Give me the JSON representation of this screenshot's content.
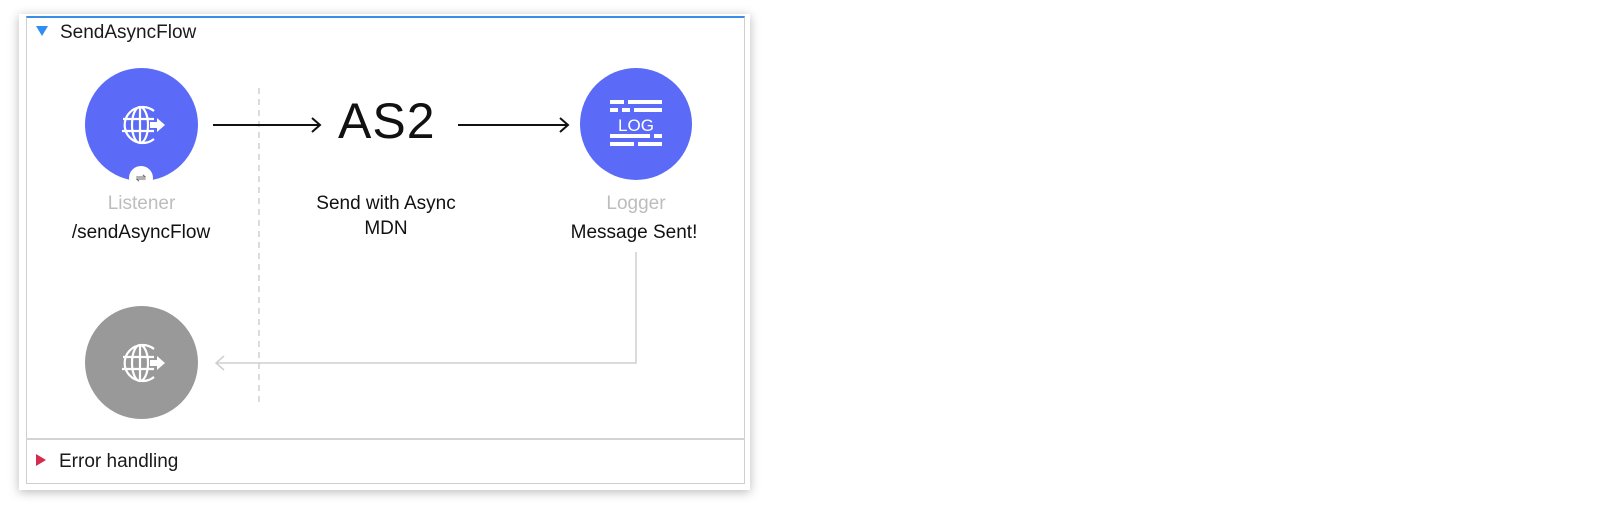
{
  "flow": {
    "title": "SendAsyncFlow",
    "expanded": true,
    "accent_color": "#2f8ff0"
  },
  "nodes": [
    {
      "id": "listener",
      "type_label": "Listener",
      "description": "/sendAsyncFlow",
      "icon": "globe-arrow-icon",
      "color": "#5c6bf7",
      "badge_icon": "swap-arrows-icon"
    },
    {
      "id": "as2",
      "logo_text": "AS2",
      "description_line1": "Send with Async",
      "description_line2": "MDN"
    },
    {
      "id": "logger",
      "type_label": "Logger",
      "description": "Message Sent!",
      "icon": "log-icon",
      "icon_text": "LOG",
      "color": "#5c6bf7"
    },
    {
      "id": "response",
      "icon": "globe-arrow-icon",
      "color": "#999999"
    }
  ],
  "error_handling": {
    "label": "Error handling",
    "expanded": false,
    "accent_color": "#d62a4e"
  }
}
